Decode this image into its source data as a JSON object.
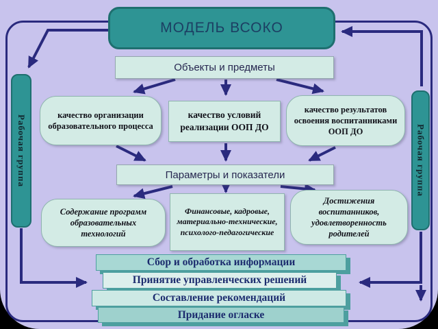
{
  "slide": {
    "title": "МОДЕЛЬ ВСОКО",
    "objects_header": "Объекты и предметы",
    "quality_boxes": [
      "качество организации образовательного процесса",
      "качество условий реализации ООП ДО",
      "качество результатов освоения воспитанниками ООП ДО"
    ],
    "params_header": "Параметры и показатели",
    "indicator_boxes": [
      "Содержание программ образовательных технологий",
      "Финансовые, кадровые, материально-технические, психолого-педагогические",
      "Достижения воспитанников, удовлетворенность родителей"
    ],
    "workgroup_left": "Рабочая группа",
    "workgroup_right": "Рабочая группа",
    "process_steps": [
      "Сбор и обработка информации",
      "Принятие управленческих решений",
      "Составление рекомендаций",
      "Придание огласке"
    ]
  },
  "colors": {
    "bg": "#c8c3ed",
    "teal": "#2e9494",
    "tealDark": "#1e6f6f",
    "mint": "#d3ebe5",
    "navy": "#2a2a7e",
    "stepShadow": "#4d9f9f",
    "stepText": "#1b2b6e"
  }
}
